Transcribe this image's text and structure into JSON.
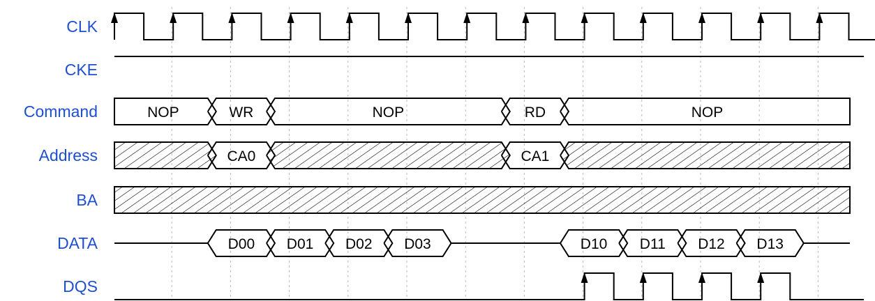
{
  "signals": [
    {
      "name": "CLK",
      "kind": "clock",
      "first_cycle": 0,
      "cycles": 13
    },
    {
      "name": "CKE",
      "kind": "level",
      "level": "high"
    },
    {
      "name": "Command",
      "kind": "bus",
      "segments": [
        {
          "from": 0,
          "to": 1.66,
          "text": "NOP"
        },
        {
          "from": 1.66,
          "to": 2.66,
          "text": "WR"
        },
        {
          "from": 2.66,
          "to": 6.66,
          "text": "NOP"
        },
        {
          "from": 6.66,
          "to": 7.66,
          "text": "RD"
        },
        {
          "from": 7.66,
          "to": 12.75,
          "text": "NOP"
        }
      ]
    },
    {
      "name": "Address",
      "kind": "bus",
      "segments": [
        {
          "from": 0,
          "to": 1.66,
          "hatched": true
        },
        {
          "from": 1.66,
          "to": 2.66,
          "text": "CA0"
        },
        {
          "from": 2.66,
          "to": 6.66,
          "hatched": true
        },
        {
          "from": 6.66,
          "to": 7.66,
          "text": "CA1"
        },
        {
          "from": 7.66,
          "to": 12.75,
          "hatched": true
        }
      ]
    },
    {
      "name": "BA",
      "kind": "bus",
      "segments": [
        {
          "from": 0,
          "to": 12.75,
          "hatched": true
        }
      ]
    },
    {
      "name": "DATA",
      "kind": "bus",
      "idle": "mid",
      "segments": [
        {
          "from": 1.66,
          "to": 2.66,
          "text": "D00"
        },
        {
          "from": 2.66,
          "to": 3.66,
          "text": "D01"
        },
        {
          "from": 3.66,
          "to": 4.66,
          "text": "D02"
        },
        {
          "from": 4.66,
          "to": 5.66,
          "text": "D03"
        },
        {
          "from": 7.66,
          "to": 8.66,
          "text": "D10"
        },
        {
          "from": 8.66,
          "to": 9.66,
          "text": "D11"
        },
        {
          "from": 9.66,
          "to": 10.66,
          "text": "D12"
        },
        {
          "from": 10.66,
          "to": 11.66,
          "text": "D13"
        }
      ]
    },
    {
      "name": "DQS",
      "kind": "strobe",
      "pulses": [
        8,
        9,
        10,
        11
      ]
    }
  ]
}
